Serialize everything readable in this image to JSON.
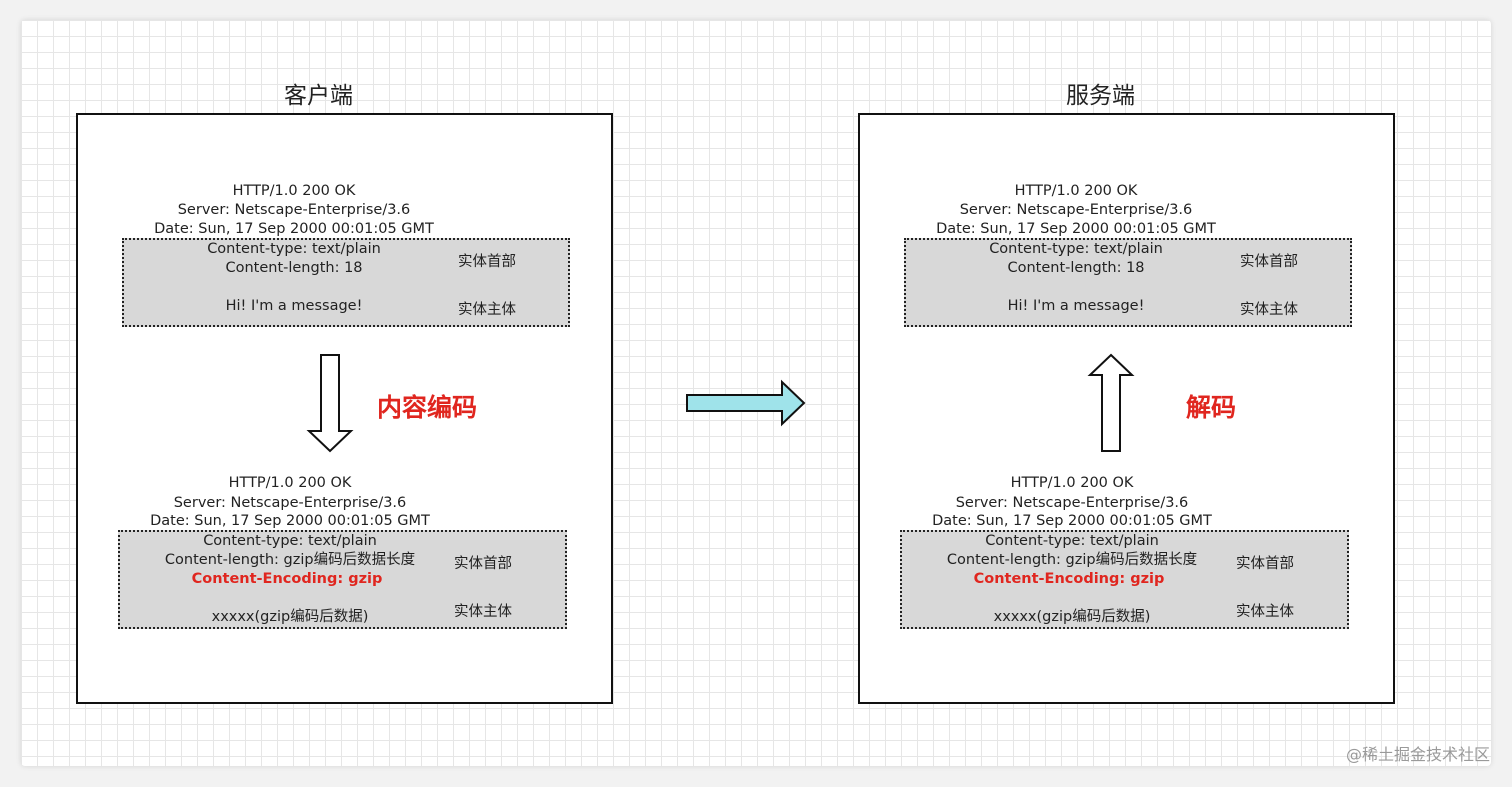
{
  "client": {
    "title": "客户端",
    "original": {
      "status": "HTTP/1.0 200 OK",
      "server": "Server: Netscape-Enterprise/3.6",
      "date": "Date: Sun, 17 Sep 2000 00:01:05 GMT",
      "content_type": "Content-type: text/plain",
      "content_length": "Content-length: 18",
      "body": "Hi! I'm a message!",
      "header_tag": "实体首部",
      "body_tag": "实体主体"
    },
    "action": "内容编码",
    "encoded": {
      "status": "HTTP/1.0 200 OK",
      "server": "Server: Netscape-Enterprise/3.6",
      "date": "Date: Sun, 17 Sep 2000 00:01:05 GMT",
      "content_type": "Content-type: text/plain",
      "content_length": "Content-length: gzip编码后数据长度",
      "content_encoding": "Content-Encoding: gzip",
      "body": "xxxxx(gzip编码后数据)",
      "header_tag": "实体首部",
      "body_tag": "实体主体"
    }
  },
  "server": {
    "title": "服务端",
    "decoded": {
      "status": "HTTP/1.0 200 OK",
      "server": "Server: Netscape-Enterprise/3.6",
      "date": "Date: Sun, 17 Sep 2000 00:01:05 GMT",
      "content_type": "Content-type: text/plain",
      "content_length": "Content-length: 18",
      "body": "Hi! I'm a message!",
      "header_tag": "实体首部",
      "body_tag": "实体主体"
    },
    "action": "解码",
    "received": {
      "status": "HTTP/1.0 200 OK",
      "server": "Server: Netscape-Enterprise/3.6",
      "date": "Date: Sun, 17 Sep 2000 00:01:05 GMT",
      "content_type": "Content-type: text/plain",
      "content_length": "Content-length: gzip编码后数据长度",
      "content_encoding": "Content-Encoding: gzip",
      "body": "xxxxx(gzip编码后数据)",
      "header_tag": "实体首部",
      "body_tag": "实体主体"
    }
  },
  "watermark": "@稀土掘金技术社区",
  "colors": {
    "accent_red": "#e0261f",
    "transfer_arrow": "#9fe3ea",
    "entity_fill": "#d8d8d8"
  }
}
